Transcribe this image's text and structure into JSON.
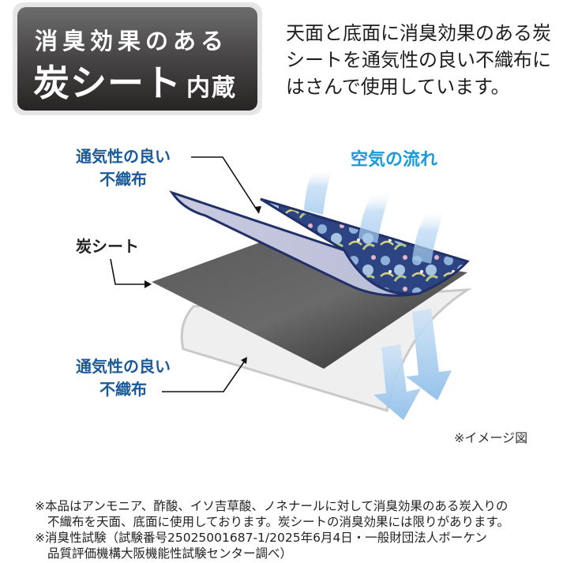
{
  "badge": {
    "line1": "消臭効果のある",
    "line2_main": "炭シート",
    "line2_suffix": "内蔵",
    "colors": {
      "top": "#6e6d6d",
      "bottom": "#272424",
      "border": "#e6e6e6",
      "text": "#ffffff"
    }
  },
  "intro": {
    "lines": [
      "天面と底面に消臭効果のある炭",
      "シートを通気性の良い不織布に",
      "はさんで使用しています。"
    ]
  },
  "diagram": {
    "labels": {
      "top_fabric": {
        "line1": "通気性の良い",
        "line2": "不織布"
      },
      "carbon_sheet": "炭シート",
      "bottom_fabric": {
        "line1": "通気性の良い",
        "line2": "不織布"
      },
      "air_flow": "空気の流れ"
    },
    "layers": [
      {
        "name": "top-nonwoven-fabric",
        "color": "#2b3f7a"
      },
      {
        "name": "carbon-sheet",
        "color": "#4a4a4a"
      },
      {
        "name": "bottom-nonwoven-fabric",
        "color": "#eeeeee"
      }
    ],
    "colors": {
      "label_blue": "#1a5a9a",
      "air_blue": "#1a9ad8",
      "arrow_blue": "#8fbfe8"
    },
    "image_note": "※イメージ図"
  },
  "footnotes": {
    "lines": [
      "※本品はアンモニア、酢酸、イソ吉草酸、ノネナールに対して消臭効果のある炭入りの",
      "不織布を天面、底面に使用しております。炭シートの消臭効果には限りがあります。",
      "※消臭性試験（試験番号25025001687-1/2025年6月4日・一般財団法人ボーケン",
      "品質評価機構大阪機能性試験センター調べ）"
    ]
  }
}
